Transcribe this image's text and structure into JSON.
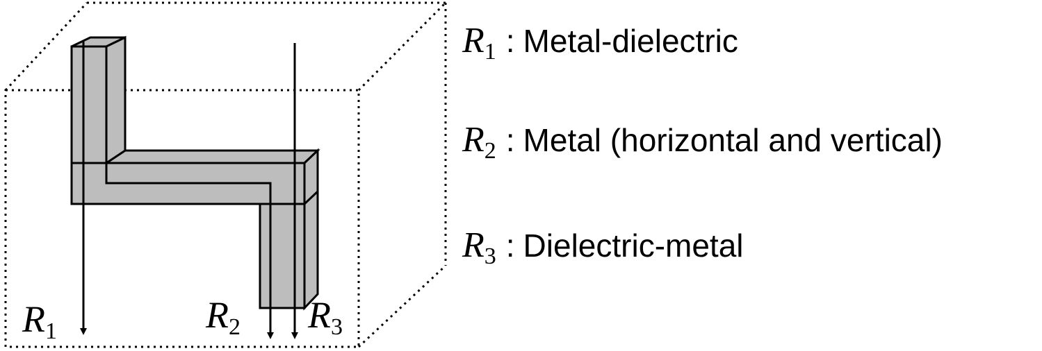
{
  "legend": [
    {
      "symbol": "R",
      "sub": "1",
      "separator": ":",
      "text": "Metal-dielectric"
    },
    {
      "symbol": "R",
      "sub": "2",
      "separator": ":",
      "text": "Metal (horizontal and vertical)"
    },
    {
      "symbol": "R",
      "sub": "3",
      "separator": ":",
      "text": "Dielectric-metal"
    }
  ],
  "ray_labels": [
    {
      "symbol": "R",
      "sub": "1"
    },
    {
      "symbol": "R",
      "sub": "2"
    },
    {
      "symbol": "R",
      "sub": "3"
    }
  ],
  "colors": {
    "fill": "#bdbdbd",
    "stroke": "#000000",
    "background": "#ffffff"
  }
}
